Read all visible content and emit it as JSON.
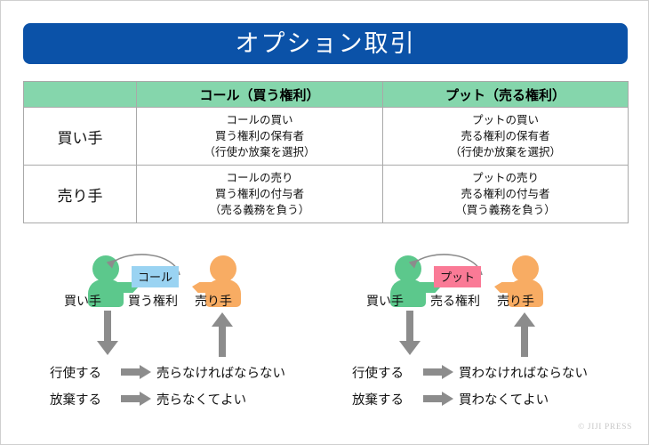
{
  "title": {
    "text": "オプション取引"
  },
  "table": {
    "headers": [
      "",
      "コール（買う権利）",
      "プット（売る権利）"
    ],
    "rows": [
      {
        "label": "買い手",
        "call": [
          "コールの買い",
          "買う権利の保有者",
          "（行使か放棄を選択）"
        ],
        "put": [
          "プットの買い",
          "売る権利の保有者",
          "（行使か放棄を選択）"
        ]
      },
      {
        "label": "売り手",
        "call": [
          "コールの売り",
          "買う権利の付与者",
          "（売る義務を負う）"
        ],
        "put": [
          "プットの売り",
          "売る権利の付与者",
          "（買う義務を負う）"
        ]
      }
    ]
  },
  "diagrams": [
    {
      "id": "call",
      "buyer_label": "買い手",
      "seller_label": "売り手",
      "right_label": "買う権利",
      "tag_label": "コール",
      "tag_color": "#9AD3F2",
      "rows": [
        {
          "choice": "行使する",
          "outcome": "売らなければならない"
        },
        {
          "choice": "放棄する",
          "outcome": "売らなくてよい"
        }
      ]
    },
    {
      "id": "put",
      "buyer_label": "買い手",
      "seller_label": "売り手",
      "right_label": "売る権利",
      "tag_label": "プット",
      "tag_color": "#FA7A96",
      "rows": [
        {
          "choice": "行使する",
          "outcome": "買わなければならない"
        },
        {
          "choice": "放棄する",
          "outcome": "買わなくてよい"
        }
      ]
    }
  ],
  "credit": "© JIJI PRESS",
  "colors": {
    "title_bar": "#0B52A8",
    "table_header": "#85D6AC",
    "buyer_figure": "#5CC88C",
    "seller_figure": "#F8AC63",
    "arrow_gray": "#8C8C8C",
    "call_tag": "#9AD3F2",
    "put_tag": "#FA7A96"
  }
}
